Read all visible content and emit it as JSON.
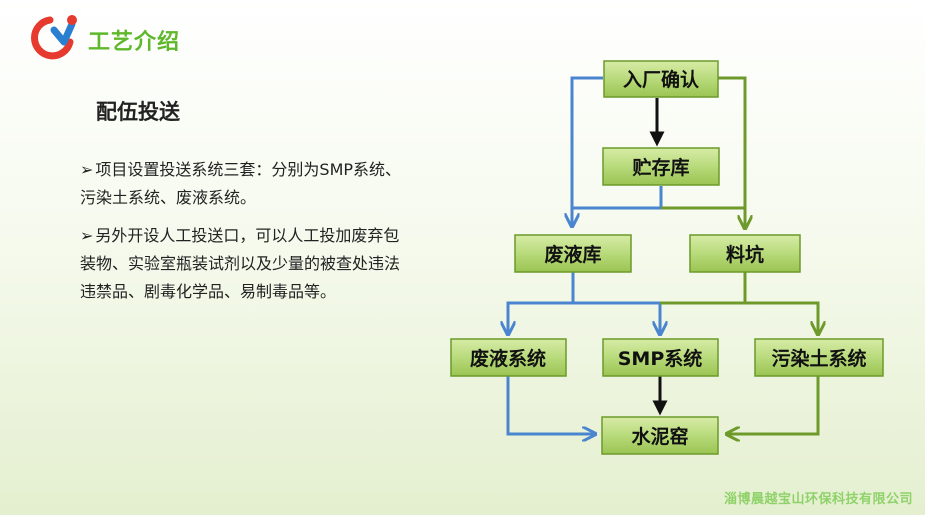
{
  "header": {
    "title": "工艺介绍"
  },
  "section": {
    "subtitle": "配伍投送"
  },
  "bullets": [
    {
      "mark": "➢",
      "text": "项目设置投送系统三套：分别为SMP系统、污染土系统、废液系统。"
    },
    {
      "mark": "➢",
      "text": "另外开设人工投送口，可以人工投加废弃包装物、实验室瓶装试剂以及少量的被查处违法违禁品、剧毒化学品、易制毒品等。"
    }
  ],
  "flow": {
    "nodes": {
      "entry": "入厂确认",
      "storage": "贮存库",
      "waste_liquid_store": "废液库",
      "pit": "料坑",
      "waste_liquid_system": "废液系统",
      "smp_system": "SMP系统",
      "soil_system": "污染土系统",
      "kiln": "水泥窑"
    },
    "colors": {
      "blue": "#4a86d0",
      "green": "#6e9a2c",
      "black": "#111111"
    }
  },
  "footer": {
    "company": "淄博晨越宝山环保科技有限公司"
  }
}
